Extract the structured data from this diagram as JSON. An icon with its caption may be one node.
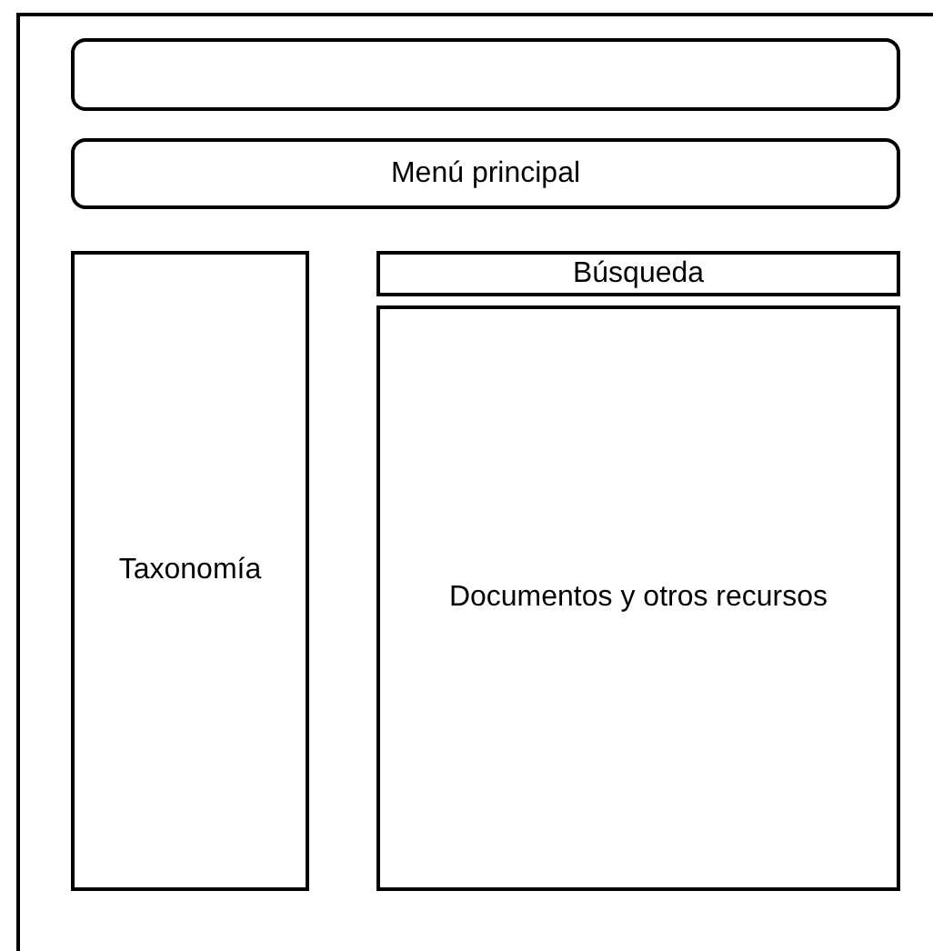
{
  "diagram": {
    "nodes": [
      {
        "text": [],
        "shape": "box"
      },
      {
        "text": [],
        "shape": "box",
        "in": 0
      },
      {
        "text": [
          "Menú principal"
        ],
        "in": 0
      },
      {
        "text": [
          "Taxonomía"
        ],
        "in": 0
      },
      {
        "text": [
          "Búsqueda"
        ],
        "in": 0
      },
      {
        "text": [
          "Documentos y otros recursos"
        ],
        "in": 0
      }
    ]
  }
}
